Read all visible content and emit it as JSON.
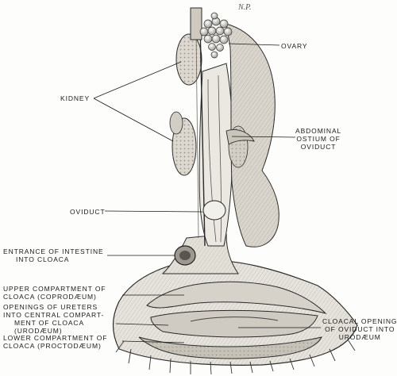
{
  "signature": "N.P.",
  "labels": {
    "ovary": "OVARY",
    "kidney": "KIDNEY",
    "abdominal_ostium": [
      "ABDOMINAL",
      "OSTIUM OF",
      "OVIDUCT"
    ],
    "oviduct": "OVIDUCT",
    "entrance_intestine": [
      "ENTRANCE OF INTESTINE",
      "INTO CLOACA"
    ],
    "upper_compartment": [
      "UPPER COMPARTMENT OF",
      "CLOACA (COPRODÆUM)"
    ],
    "openings_ureters": [
      "OPENINGS OF URETERS",
      "INTO CENTRAL COMPART-",
      "MENT OF CLOACA",
      "(URODÆUM)"
    ],
    "lower_compartment": [
      "LOWER COMPARTMENT OF",
      "CLOACA (PROCTODÆUM)"
    ],
    "cloacal_opening": [
      "CLOACAL OPENING",
      "OF OVIDUCT INTO",
      "URODÆUM"
    ]
  },
  "colors": {
    "ink": "#1a1a1a",
    "tissue": "#e9e7e1",
    "shade": "#bdb9af",
    "dark": "#6e6a62"
  }
}
